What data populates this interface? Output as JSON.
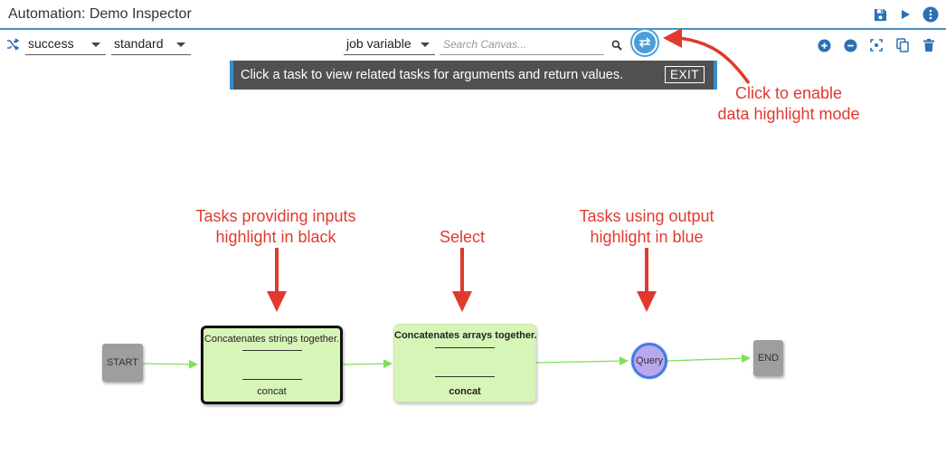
{
  "app": {
    "title": "Automation: Demo Inspector"
  },
  "title_actions": [
    {
      "icon": "save-icon"
    },
    {
      "icon": "play-icon"
    },
    {
      "icon": "info-icon"
    }
  ],
  "toolbar": {
    "status_select": "success",
    "mode_select": "standard",
    "variable_select": "job variable",
    "search_placeholder": "Search Canvas...",
    "icons": [
      "shuffle-icon",
      "search-icon",
      "data-highlight-icon",
      "zoom-in-icon",
      "zoom-out-icon",
      "fit-screen-icon",
      "copy-icon",
      "delete-icon"
    ]
  },
  "banner": {
    "message": "Click a task to view related tasks for arguments and return values.",
    "exit_label": "EXIT"
  },
  "annotations": {
    "enable_line1": "Click to enable",
    "enable_line2": "data highlight mode",
    "inputs_line1": "Tasks providing inputs",
    "inputs_line2": "highlight in black",
    "select": "Select",
    "outputs_line1": "Tasks using output",
    "outputs_line2": "highlight in blue"
  },
  "colors": {
    "accent": "#4a9fd8",
    "annotation": "#e03a2e",
    "task_fill": "#d8f5b8",
    "edge": "#7ee05a",
    "query_fill": "#b9a8f0",
    "query_border": "#3b7de8"
  },
  "workflow": {
    "start_label": "START",
    "end_label": "END",
    "tasks": [
      {
        "summary": "Concatenates strings together.",
        "name": "concat"
      },
      {
        "summary": "Concatenates arrays together.",
        "name": "concat"
      }
    ],
    "query_label": "Query"
  }
}
